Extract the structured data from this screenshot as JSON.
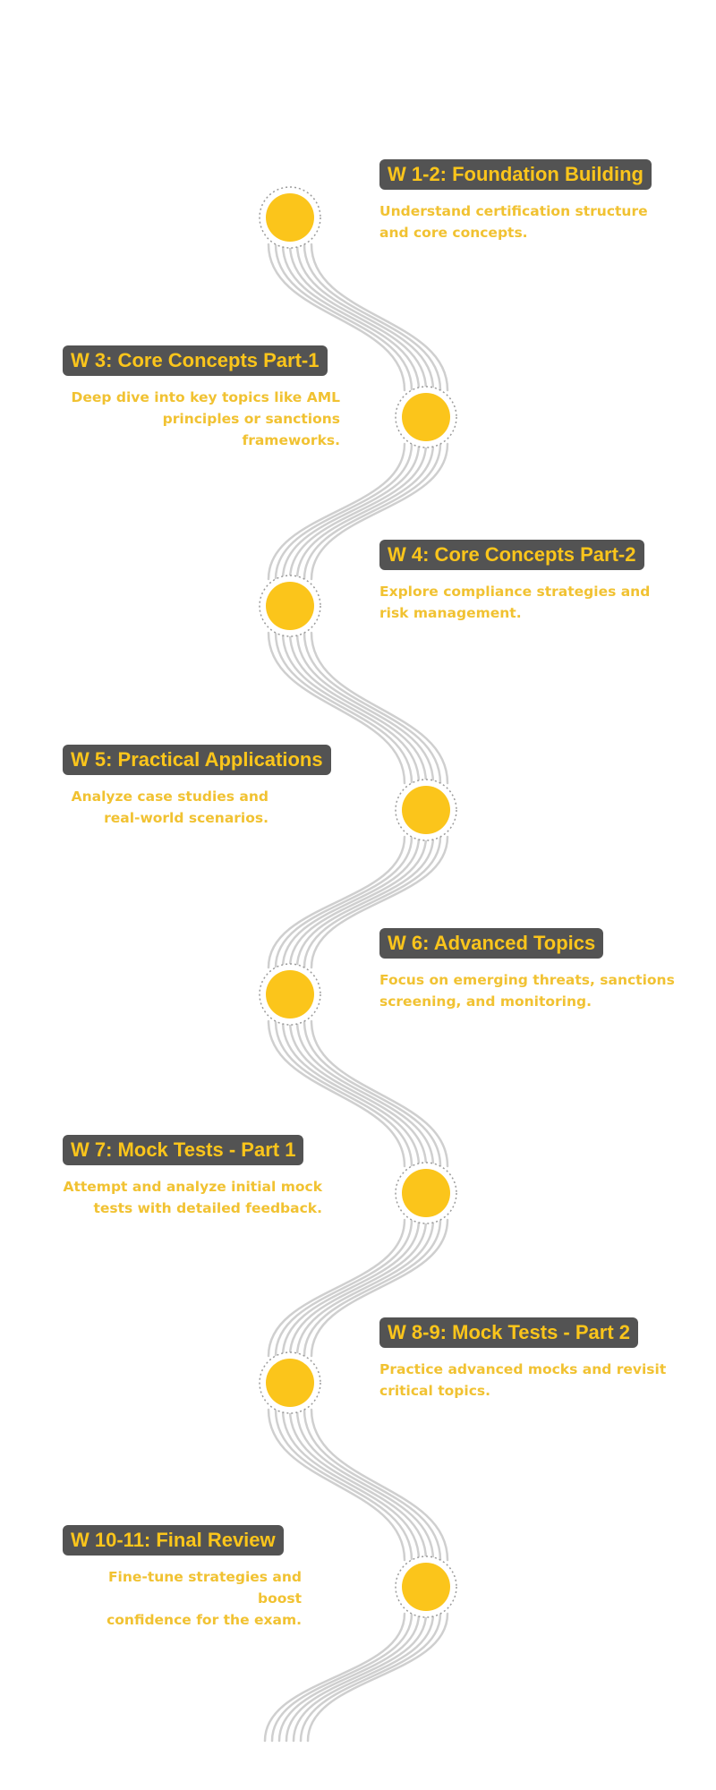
{
  "colors": {
    "accent": "#fbc51b",
    "badge_bg": "#535353",
    "road_lines": "#cfcfcf",
    "description_text": "#f1c232"
  },
  "steps": [
    {
      "title": "W 1-2: Foundation Building",
      "description": "Understand certification structure\nand core concepts."
    },
    {
      "title": "W 3: Core Concepts Part-1",
      "description": "Deep dive into key topics like AML\nprinciples or sanctions frameworks."
    },
    {
      "title": "W 4: Core Concepts Part-2",
      "description": "Explore compliance strategies and\nrisk management."
    },
    {
      "title": "W 5: Practical Applications",
      "description": "Analyze case studies and\nreal-world scenarios."
    },
    {
      "title": "W 6: Advanced Topics",
      "description": "Focus on emerging threats, sanctions\nscreening, and monitoring."
    },
    {
      "title": "W 7: Mock Tests - Part 1",
      "description": "Attempt and analyze initial mock\ntests with detailed feedback."
    },
    {
      "title": "W 8-9: Mock Tests - Part 2",
      "description": "Practice advanced mocks and revisit\ncritical topics."
    },
    {
      "title": "W 10-11: Final Review",
      "description": "Fine-tune strategies and boost\nconfidence for the exam."
    }
  ]
}
